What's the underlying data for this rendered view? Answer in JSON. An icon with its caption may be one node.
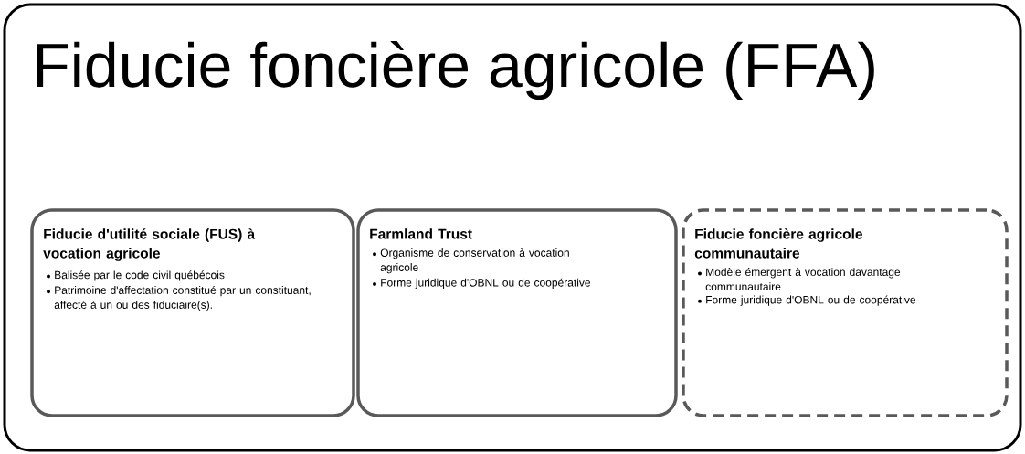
{
  "diagram": {
    "nodes": [
      {
        "text": [
          "Fiducie foncière agricole (FFA)"
        ]
      },
      {
        "text": [
          "Fiducie d'utilité sociale (FUS) à vocation agricole",
          "Balisée par le code civil québécois",
          "Patrimoine d'affectation constitué par un constituant,  affecté à un ou des fiduciaire(s)."
        ],
        "in": 0
      },
      {
        "text": [
          "Farmland Trust",
          "Organisme de conservation à vocation agricole",
          "Forme juridique d'OBNL ou de coopérative"
        ],
        "in": 0
      },
      {
        "text": [
          "Fiducie foncière agricole communautaire",
          "Modèle émergent à vocation davantage communautaire",
          "Forme juridique d'OBNL ou de coopérative"
        ],
        "in": 0
      }
    ]
  }
}
